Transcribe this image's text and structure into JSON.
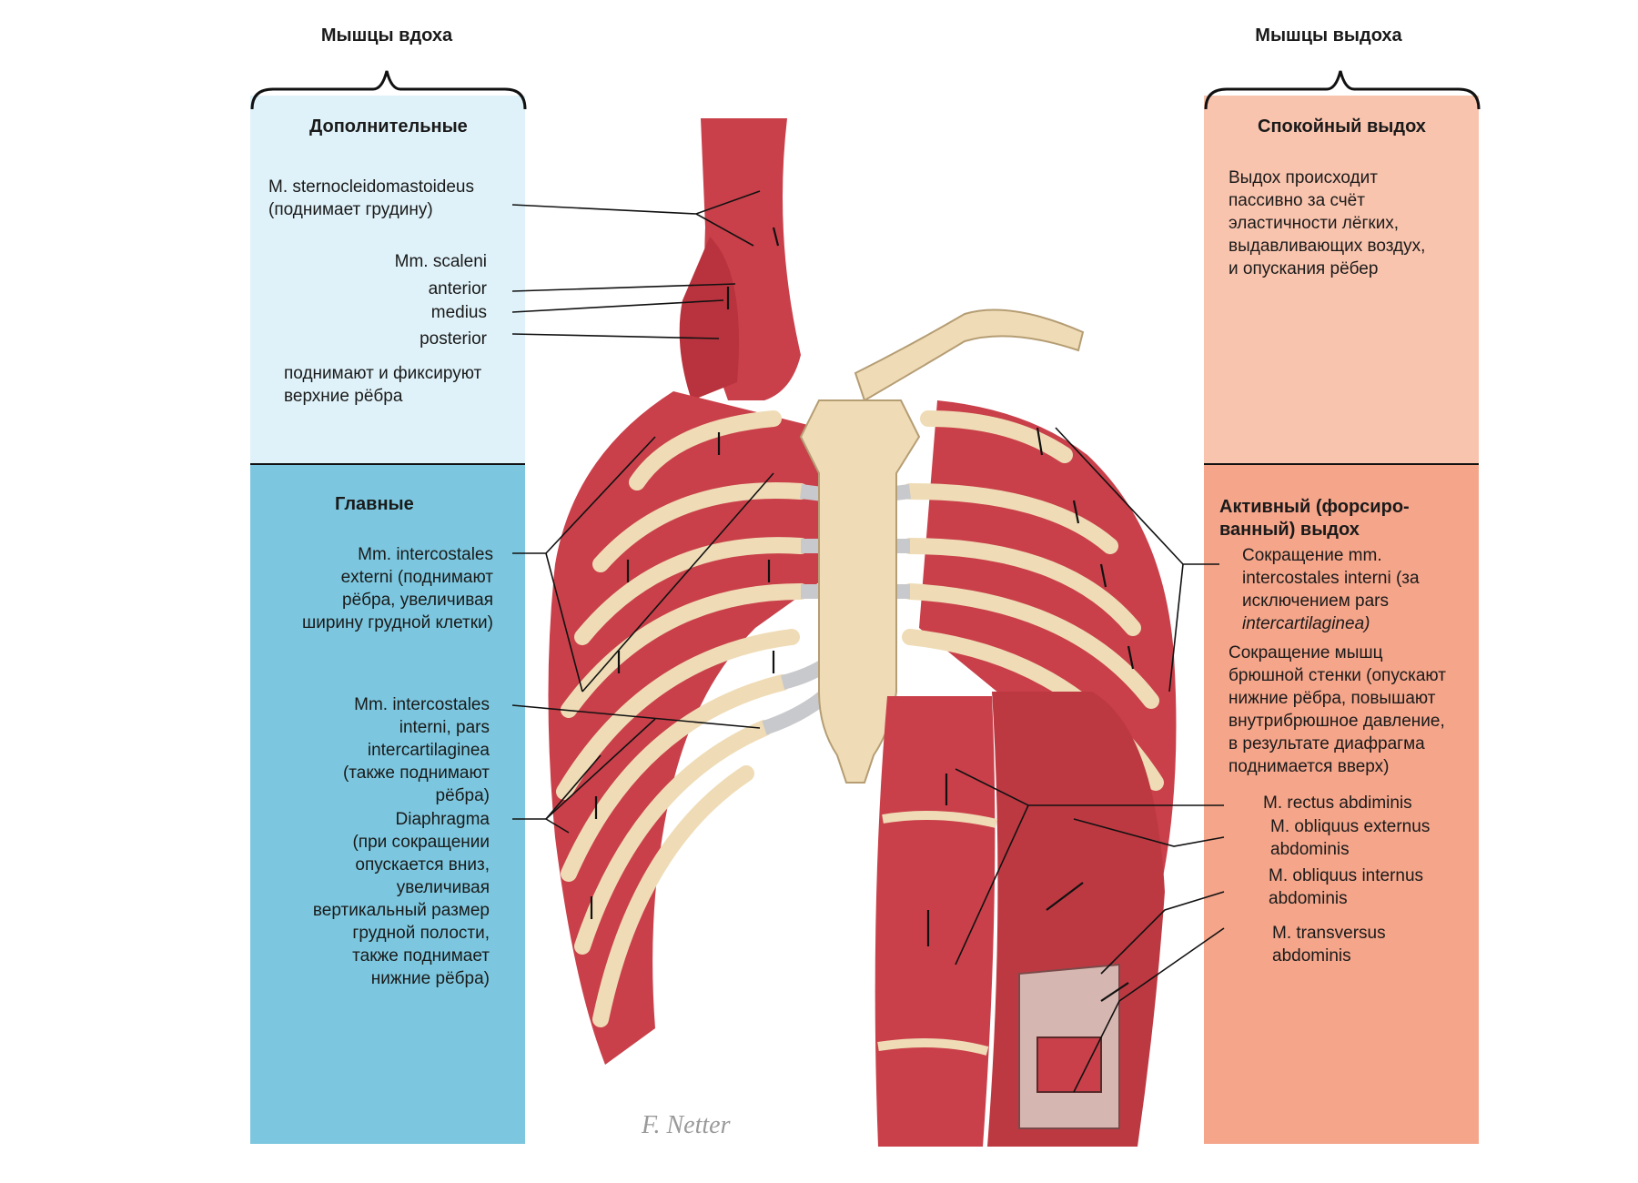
{
  "headers": {
    "inhale": "Мышцы вдоха",
    "exhale": "Мышцы выдоха"
  },
  "left": {
    "accessory": {
      "title": "Дополнительные",
      "scm": "M. sternocleidomastoideus\n(поднимает грудину)",
      "scaleni": "Mm. scaleni",
      "anterior": "anterior",
      "medius": "medius",
      "posterior": "posterior",
      "scaleni_note": "поднимают и фиксируют\nверхние рёбра"
    },
    "main": {
      "title": "Главные",
      "ext": "Mm. intercostales\nexterni (поднимают\nрёбра, увеличивая\nширину грудной клетки)",
      "int": "Mm. intercostales\ninterni, pars\nintercartilaginea\n(также поднимают\nрёбра)",
      "diaphragm": "Diaphragma\n(при сокращении\nопускается вниз,\nувеличивая\nвертикальный размер\nгрудной полости,\nтакже поднимает\nнижние рёбра)"
    }
  },
  "right": {
    "quiet": {
      "title": "Спокойный выдох",
      "text": "Выдох происходит\nпассивно за счёт\nэластичности лёгких,\nвыдавливающих воздух,\nи опускания рёбер"
    },
    "active": {
      "title": "Активный (форсиро-\nванный) выдох",
      "int_text": "Сокращение mm.\nintercostales interni (за\nисключением pars",
      "int_italic": "intercartilaginea)",
      "abd": "Сокращение мышц\nбрюшной стенки (опускают\nнижние рёбра, повышают\nвнутрибрюшное давление,\nв результате диафрагма\nподнимается вверх)",
      "rectus": "M. rectus abdiminis",
      "ext_obl": "M. obliquus externus\nabdominis",
      "int_obl": "M. obliquus internus\nabdominis",
      "transv": "M. transversus\nabdominis"
    }
  },
  "colors": {
    "light_blue": "#dff2f9",
    "blue": "#7cc7df",
    "light_salmon": "#f9c4ae",
    "salmon": "#f4a58a",
    "muscle": "#c9404a",
    "bone": "#efdcb6",
    "cartilage": "#c8c9cc"
  }
}
